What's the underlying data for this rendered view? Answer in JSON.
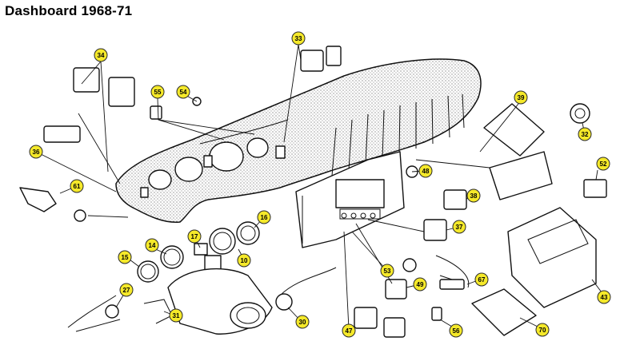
{
  "title": "Dashboard 1968-71",
  "callout_color": "#f5e92a",
  "callouts": [
    "33",
    "34",
    "55",
    "54",
    "39",
    "32",
    "36",
    "61",
    "48",
    "52",
    "38",
    "16",
    "17",
    "14",
    "15",
    "10",
    "37",
    "43",
    "53",
    "49",
    "67",
    "27",
    "31",
    "30",
    "47",
    "56",
    "70"
  ]
}
